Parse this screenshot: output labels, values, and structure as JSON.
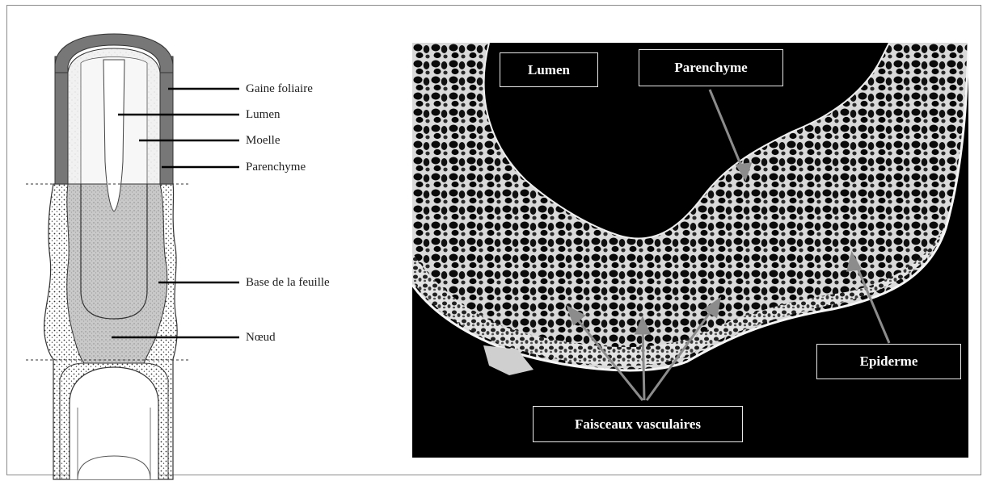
{
  "left_diagram": {
    "labels": {
      "gaine": "Gaine foliaire",
      "lumen": "Lumen",
      "moelle": "Moelle",
      "parenchyme": "Parenchyme",
      "base": "Base de la feuille",
      "noeud": "Nœud"
    }
  },
  "micrograph": {
    "labels": {
      "lumen": "Lumen",
      "parenchyme": "Parenchyme",
      "epiderme": "Epiderme",
      "faisceaux": "Faisceaux vasculaires"
    }
  },
  "colors": {
    "micro_background": "#000000",
    "tissue": "#d8d8d8",
    "arrow": "#8c8c8c"
  }
}
